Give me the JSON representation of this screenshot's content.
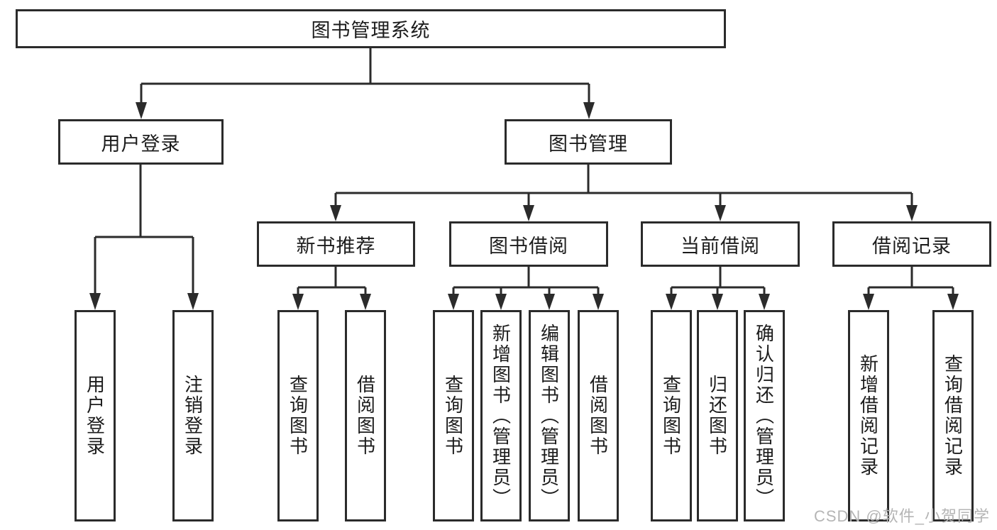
{
  "diagram": {
    "root_label": "图书管理系统",
    "level2": [
      {
        "label": "用户登录"
      },
      {
        "label": "图书管理"
      }
    ],
    "level3": [
      {
        "label": "新书推荐"
      },
      {
        "label": "图书借阅"
      },
      {
        "label": "当前借阅"
      },
      {
        "label": "借阅记录"
      }
    ],
    "leaves": [
      {
        "label": "用户登录"
      },
      {
        "label": "注销登录"
      },
      {
        "label": "查询图书"
      },
      {
        "label": "借阅图书"
      },
      {
        "label": "查询图书"
      },
      {
        "label": "新增图书（管理员）"
      },
      {
        "label": "编辑图书（管理员）"
      },
      {
        "label": "借阅图书"
      },
      {
        "label": "查询图书"
      },
      {
        "label": "归还图书"
      },
      {
        "label": "确认归还（管理员）"
      },
      {
        "label": "新增借阅记录"
      },
      {
        "label": "查询借阅记录"
      }
    ]
  },
  "watermark": {
    "text": "CSDN @软件_小贺同学"
  },
  "colors": {
    "line": "#2b2b2b",
    "box_border": "#2b2b2b",
    "text": "#1c1c1c",
    "watermark": "#b5b5b5",
    "background": "#ffffff"
  }
}
